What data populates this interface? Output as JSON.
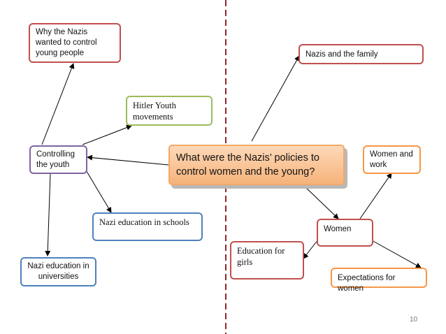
{
  "center": {
    "text": "What were the Nazis’ policies  to\ncontrol women and the young?"
  },
  "nodes": {
    "why_control": {
      "text": "Why the Nazis\nwanted to control\nyoung people",
      "color": "#c0504d"
    },
    "hitler_youth": {
      "text": "Hitler Youth\nmovements",
      "color": "#9bbb59"
    },
    "controlling_youth": {
      "text": "Controlling\nthe youth",
      "color": "#8064a2"
    },
    "nazi_schools": {
      "text": "Nazi education in schools",
      "color": "#4f81bd"
    },
    "universities": {
      "text": "Nazi education in\nuniversities",
      "color": "#4f81bd"
    },
    "family": {
      "text": "Nazis and the family",
      "color": "#c0504d"
    },
    "women_work": {
      "text": "Women and\nwork",
      "color": "#f79646"
    },
    "women": {
      "text": "Women",
      "color": "#c0504d"
    },
    "girls_education": {
      "text": "Education for\ngirls",
      "color": "#c0504d"
    },
    "expectations": {
      "text": "Expectations for women",
      "color": "#f79646"
    }
  },
  "divider_color": "#8b2a2a",
  "page_number": "10"
}
